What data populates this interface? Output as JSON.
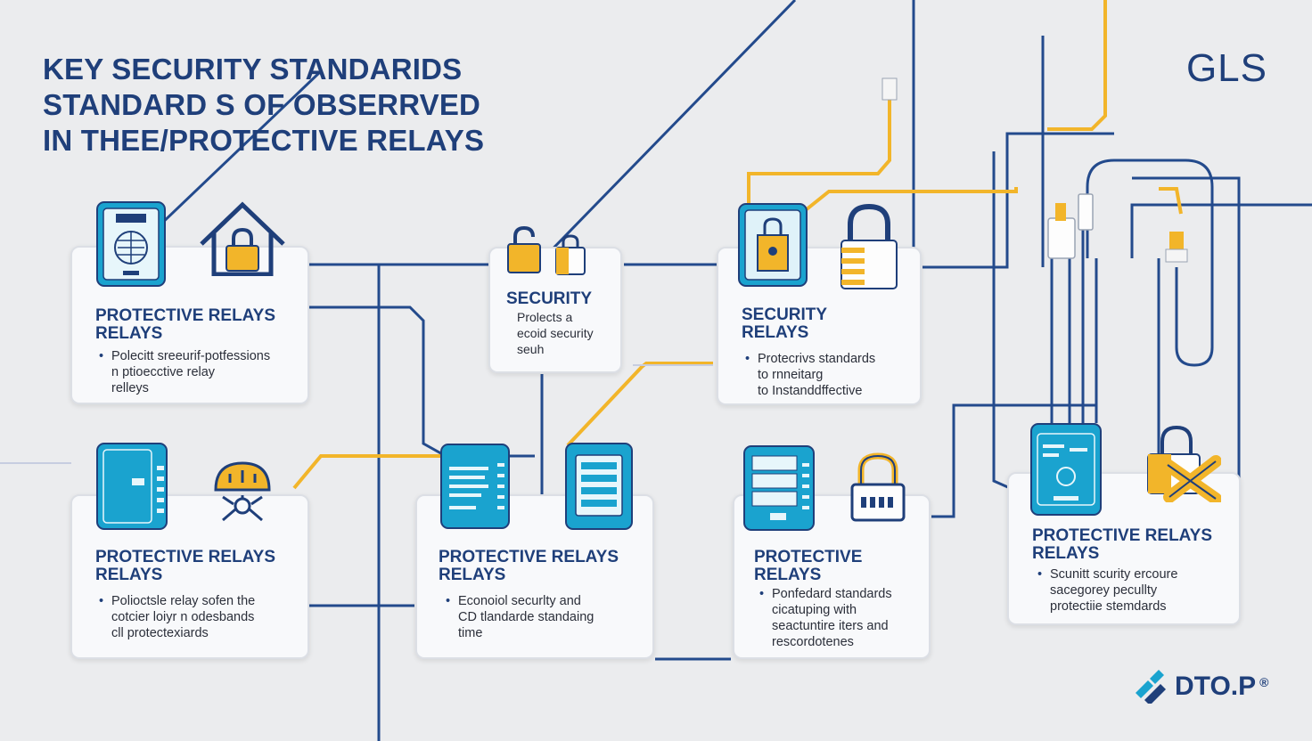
{
  "header": {
    "title_lines": [
      "KEY SECURITY STANDARIDS",
      "STANDARD S OF OBSERRVED",
      "IN THEE/PROTECTIVE RELAYS"
    ],
    "brand_top": "GLS",
    "brand_bottom": "DTO.P",
    "brand_bottom_mark": "®"
  },
  "cards": [
    {
      "title": "PROTECTIVE RELAYS\nRELAYS",
      "text": "Polecitt sreeurif-potfessions\nn ptioecctive relay\nrelleys"
    },
    {
      "title": "SECURITY",
      "text": "Prolects a\necoid security\nseuh"
    },
    {
      "title": "SECURITY\nRELAYS",
      "text": "Protecrivs standards\nto rnneitarg\nto Instanddffective"
    },
    {
      "title": "PROTECTIVE RELAYS\nRELAYS",
      "text": "Polioctsle relay sofen the\ncotcier loiyr n odesbands\ncll protectexiards"
    },
    {
      "title": "PROTECTIVE RELAYS\nRELAYS",
      "text": "Econoiol securlty and\nCD tlandarde standaing\ntime"
    },
    {
      "title": "PROTECTIVE\nRELAYS",
      "text": "Ponfedard standards\ncicatuping with\nseactuntire iters and\nrescordotenes"
    },
    {
      "title": "PROTECTIVE RELAYS\nRELAYS",
      "text": "Scunitt scurity ercoure\nsacegorey pecullty\nprotectiie stemdards"
    }
  ],
  "colors": {
    "navy": "#1f3f7a",
    "cyan": "#1aa3cf",
    "gold": "#f2b52a",
    "background": "#ebecee"
  }
}
